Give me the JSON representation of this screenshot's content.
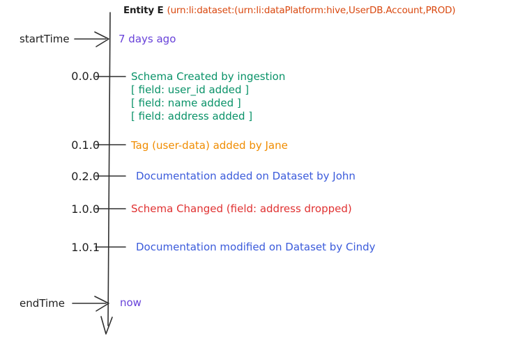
{
  "title": {
    "entity": "Entity E",
    "urn": "(urn:li:dataset:(urn:li:dataPlatform:hive,UserDB.Account,PROD)"
  },
  "timeline": {
    "start": {
      "label": "startTime",
      "value": "7 days ago"
    },
    "end": {
      "label": "endTime",
      "value": "now"
    },
    "events": [
      {
        "version": "0.0.0",
        "color": "#099268",
        "lines": [
          "Schema Created by ingestion",
          "[ field: user_id added ]",
          "[ field: name added ]",
          "[ field: address added ]"
        ]
      },
      {
        "version": "0.1.0",
        "color": "#f08c00",
        "lines": [
          "Tag (user-data) added by Jane"
        ]
      },
      {
        "version": "0.2.0",
        "color": "#3b5bdb",
        "lines": [
          "Documentation added on Dataset by John"
        ]
      },
      {
        "version": "1.0.0",
        "color": "#e03131",
        "lines": [
          "Schema Changed (field: address dropped)"
        ]
      },
      {
        "version": "1.0.1",
        "color": "#3b5bdb",
        "lines": [
          "Documentation modified on Dataset by Cindy"
        ]
      }
    ]
  },
  "colors": {
    "entity_name": "#1e1e1e",
    "urn": "#d9480f",
    "time_value": "#6741d9",
    "axis": "#2f2f2f"
  }
}
